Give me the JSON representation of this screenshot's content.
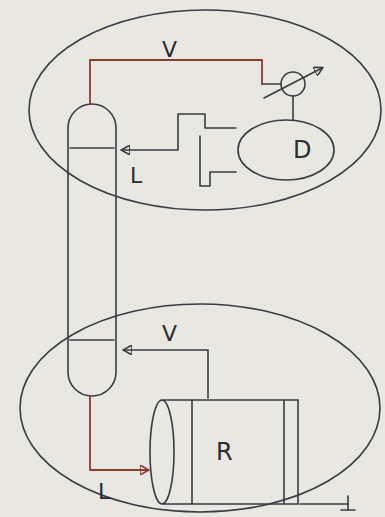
{
  "diagram": {
    "nodes": [
      {
        "text": [
          "D"
        ]
      },
      {
        "text": [
          "R"
        ]
      }
    ],
    "labels": [
      "V",
      "L",
      "V",
      "L"
    ]
  }
}
